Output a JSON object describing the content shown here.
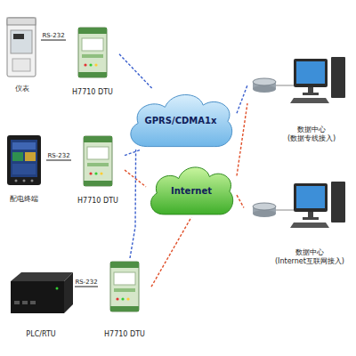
{
  "diagram": {
    "nodes": [
      {
        "text": [
          "仪表"
        ]
      },
      {
        "text": [
          "H7710 DTU"
        ]
      },
      {
        "text": [
          "配电终端"
        ]
      },
      {
        "text": [
          "H7710 DTU"
        ]
      },
      {
        "text": [
          "PLC/RTU"
        ]
      },
      {
        "text": [
          "H7710 DTU"
        ]
      },
      {
        "text": [
          "GPRS/CDMA1x"
        ]
      },
      {
        "text": [
          "Internet"
        ]
      },
      {
        "text": [
          "数据中心 (数据专线接入)"
        ]
      },
      {
        "text": [
          "数据中心 (Internet互联网接入)"
        ]
      }
    ],
    "edges": [
      {
        "from": 0,
        "to": 1,
        "label": "RS-232",
        "arrow": "none"
      },
      {
        "from": 2,
        "to": 3,
        "label": "RS-232",
        "arrow": "none"
      },
      {
        "from": 4,
        "to": 5,
        "label": "RS-232",
        "arrow": "none"
      },
      {
        "from": 1,
        "to": 6,
        "arrow": "none"
      },
      {
        "from": 3,
        "to": 6,
        "arrow": "none"
      },
      {
        "from": 3,
        "to": 7,
        "arrow": "none"
      },
      {
        "from": 5,
        "to": 6,
        "arrow": "none"
      },
      {
        "from": 5,
        "to": 7,
        "arrow": "none"
      },
      {
        "from": 6,
        "to": 8,
        "arrow": "none"
      },
      {
        "from": 7,
        "to": 8,
        "arrow": "none"
      },
      {
        "from": 7,
        "to": 9,
        "arrow": "none"
      }
    ]
  }
}
